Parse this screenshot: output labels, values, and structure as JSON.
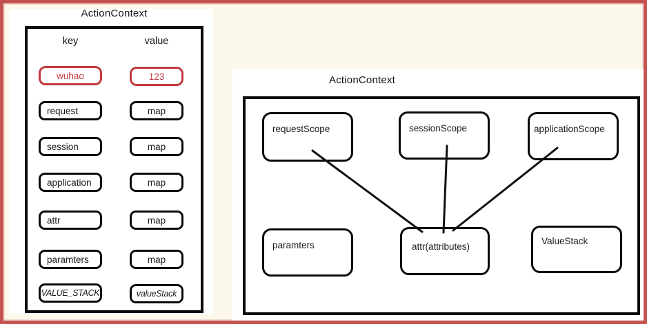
{
  "window": {
    "border_color": "#c4524f",
    "page_background": "#fcf9ea"
  },
  "colors": {
    "accent_red": "#c0393d",
    "ink_black": "#0a0a0a"
  },
  "left_panel": {
    "title": "ActionContext",
    "columns": {
      "key": "key",
      "value": "value"
    },
    "rows": [
      {
        "key": "wuhao",
        "value": "123",
        "highlight": "red"
      },
      {
        "key": "request",
        "value": "map",
        "highlight": "none"
      },
      {
        "key": "session",
        "value": "map",
        "highlight": "none"
      },
      {
        "key": "application",
        "value": "map",
        "highlight": "none"
      },
      {
        "key": "attr",
        "value": "map",
        "highlight": "none"
      },
      {
        "key": "paramters",
        "value": "map",
        "highlight": "none"
      },
      {
        "key": "VALUE_STACK",
        "value": "valueStack",
        "highlight": "italic"
      }
    ]
  },
  "right_panel": {
    "title": "ActionContext",
    "nodes": [
      {
        "label": "requestScope"
      },
      {
        "label": "sessionScope"
      },
      {
        "label": "applicationScope"
      },
      {
        "label": "paramters"
      },
      {
        "label": "attr(attributes)"
      },
      {
        "label": "ValueStack"
      }
    ],
    "edges": [
      {
        "from": "requestScope",
        "to": "attr(attributes)"
      },
      {
        "from": "sessionScope",
        "to": "attr(attributes)"
      },
      {
        "from": "applicationScope",
        "to": "attr(attributes)"
      }
    ]
  }
}
